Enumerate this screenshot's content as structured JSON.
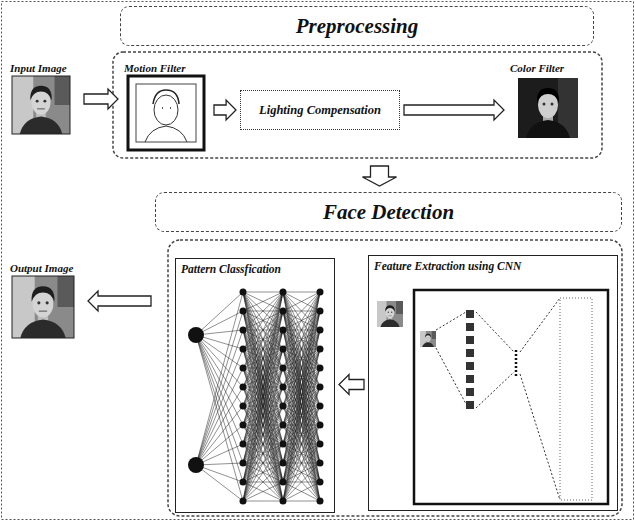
{
  "diagram": {
    "nodes": [
      {
        "text": [
          "Input Image"
        ]
      },
      {
        "text": [
          "Preprocessing"
        ]
      },
      {
        "text": [
          "Motion Filter"
        ],
        "in": 1
      },
      {
        "text": [
          "Lighting Compensation"
        ],
        "in": 1
      },
      {
        "text": [
          "Color Filter"
        ],
        "in": 1
      },
      {
        "text": [
          "Face Detection"
        ]
      },
      {
        "text": [
          "Pattern Classfication"
        ],
        "in": 5
      },
      {
        "text": [
          "Feature Extraction using CNN"
        ],
        "in": 5
      },
      {
        "text": [
          "Output Image"
        ]
      }
    ],
    "edges": [
      {
        "from": 0,
        "to": 2,
        "arrow": "to"
      },
      {
        "from": 2,
        "to": 3,
        "arrow": "to"
      },
      {
        "from": 3,
        "to": 4,
        "arrow": "to"
      },
      {
        "from": 1,
        "to": 5,
        "arrow": "to"
      },
      {
        "from": 7,
        "to": 6,
        "arrow": "to"
      },
      {
        "from": 5,
        "to": 8,
        "arrow": "to"
      }
    ]
  }
}
